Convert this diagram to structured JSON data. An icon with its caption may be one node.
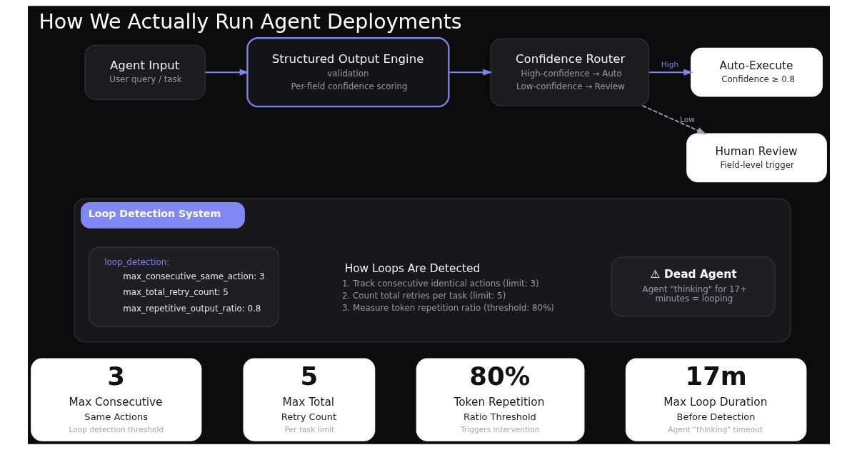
{
  "diagram": {
    "title": "How We Actually Run Agent Deployments",
    "nodes": [
      {
        "text": [
          "Agent Input",
          "User query / task"
        ]
      },
      {
        "text": [
          "Structured Output Engine",
          "validation",
          "Per-field confidence scoring"
        ]
      },
      {
        "text": [
          "Confidence Router",
          "High-confidence → Auto",
          "Low-confidence → Review"
        ]
      },
      {
        "text": [
          "Auto-Execute",
          "Confidence ≥ 0.8"
        ]
      },
      {
        "text": [
          "Human Review",
          "Field-level trigger"
        ]
      },
      {
        "text": [
          "Loop Detection System"
        ]
      },
      {
        "text": [
          "loop_detection:",
          "max_consecutive_same_action: 3",
          "max_total_retry_count: 5",
          "max_repetitive_output_ratio: 0.8"
        ],
        "in": 5
      },
      {
        "text": [
          "⚠ Dead Agent",
          "Agent \"thinking\" for 17+ minutes = looping"
        ],
        "in": 5
      },
      {
        "text": [
          "3",
          "Max Consecutive",
          "Same Actions",
          "Loop detection threshold"
        ]
      },
      {
        "text": [
          "5",
          "Max Total",
          "Retry Count",
          "Per task limit"
        ]
      },
      {
        "text": [
          "80%",
          "Token Repetition",
          "Ratio Threshold",
          "Triggers intervention"
        ]
      },
      {
        "text": [
          "17m",
          "Max Loop Duration",
          "Before Detection",
          "Agent \"thinking\" timeout"
        ]
      }
    ],
    "edges": [
      {
        "from": 0,
        "to": 1,
        "arrow": "to"
      },
      {
        "from": 1,
        "to": 2,
        "arrow": "to"
      },
      {
        "from": 2,
        "to": 3,
        "arrow": "to",
        "label": "High"
      },
      {
        "from": 2,
        "to": 4,
        "arrow": "to",
        "label": "Low",
        "style": "dashed",
        "color": "#9ca3af"
      }
    ],
    "labels": [
      "How Loops Are Detected",
      "1. Track consecutive identical actions (limit: 3)",
      "2. Count total retries per task (limit: 5)",
      "3. Measure token repetition ratio (threshold: 80%)"
    ]
  }
}
